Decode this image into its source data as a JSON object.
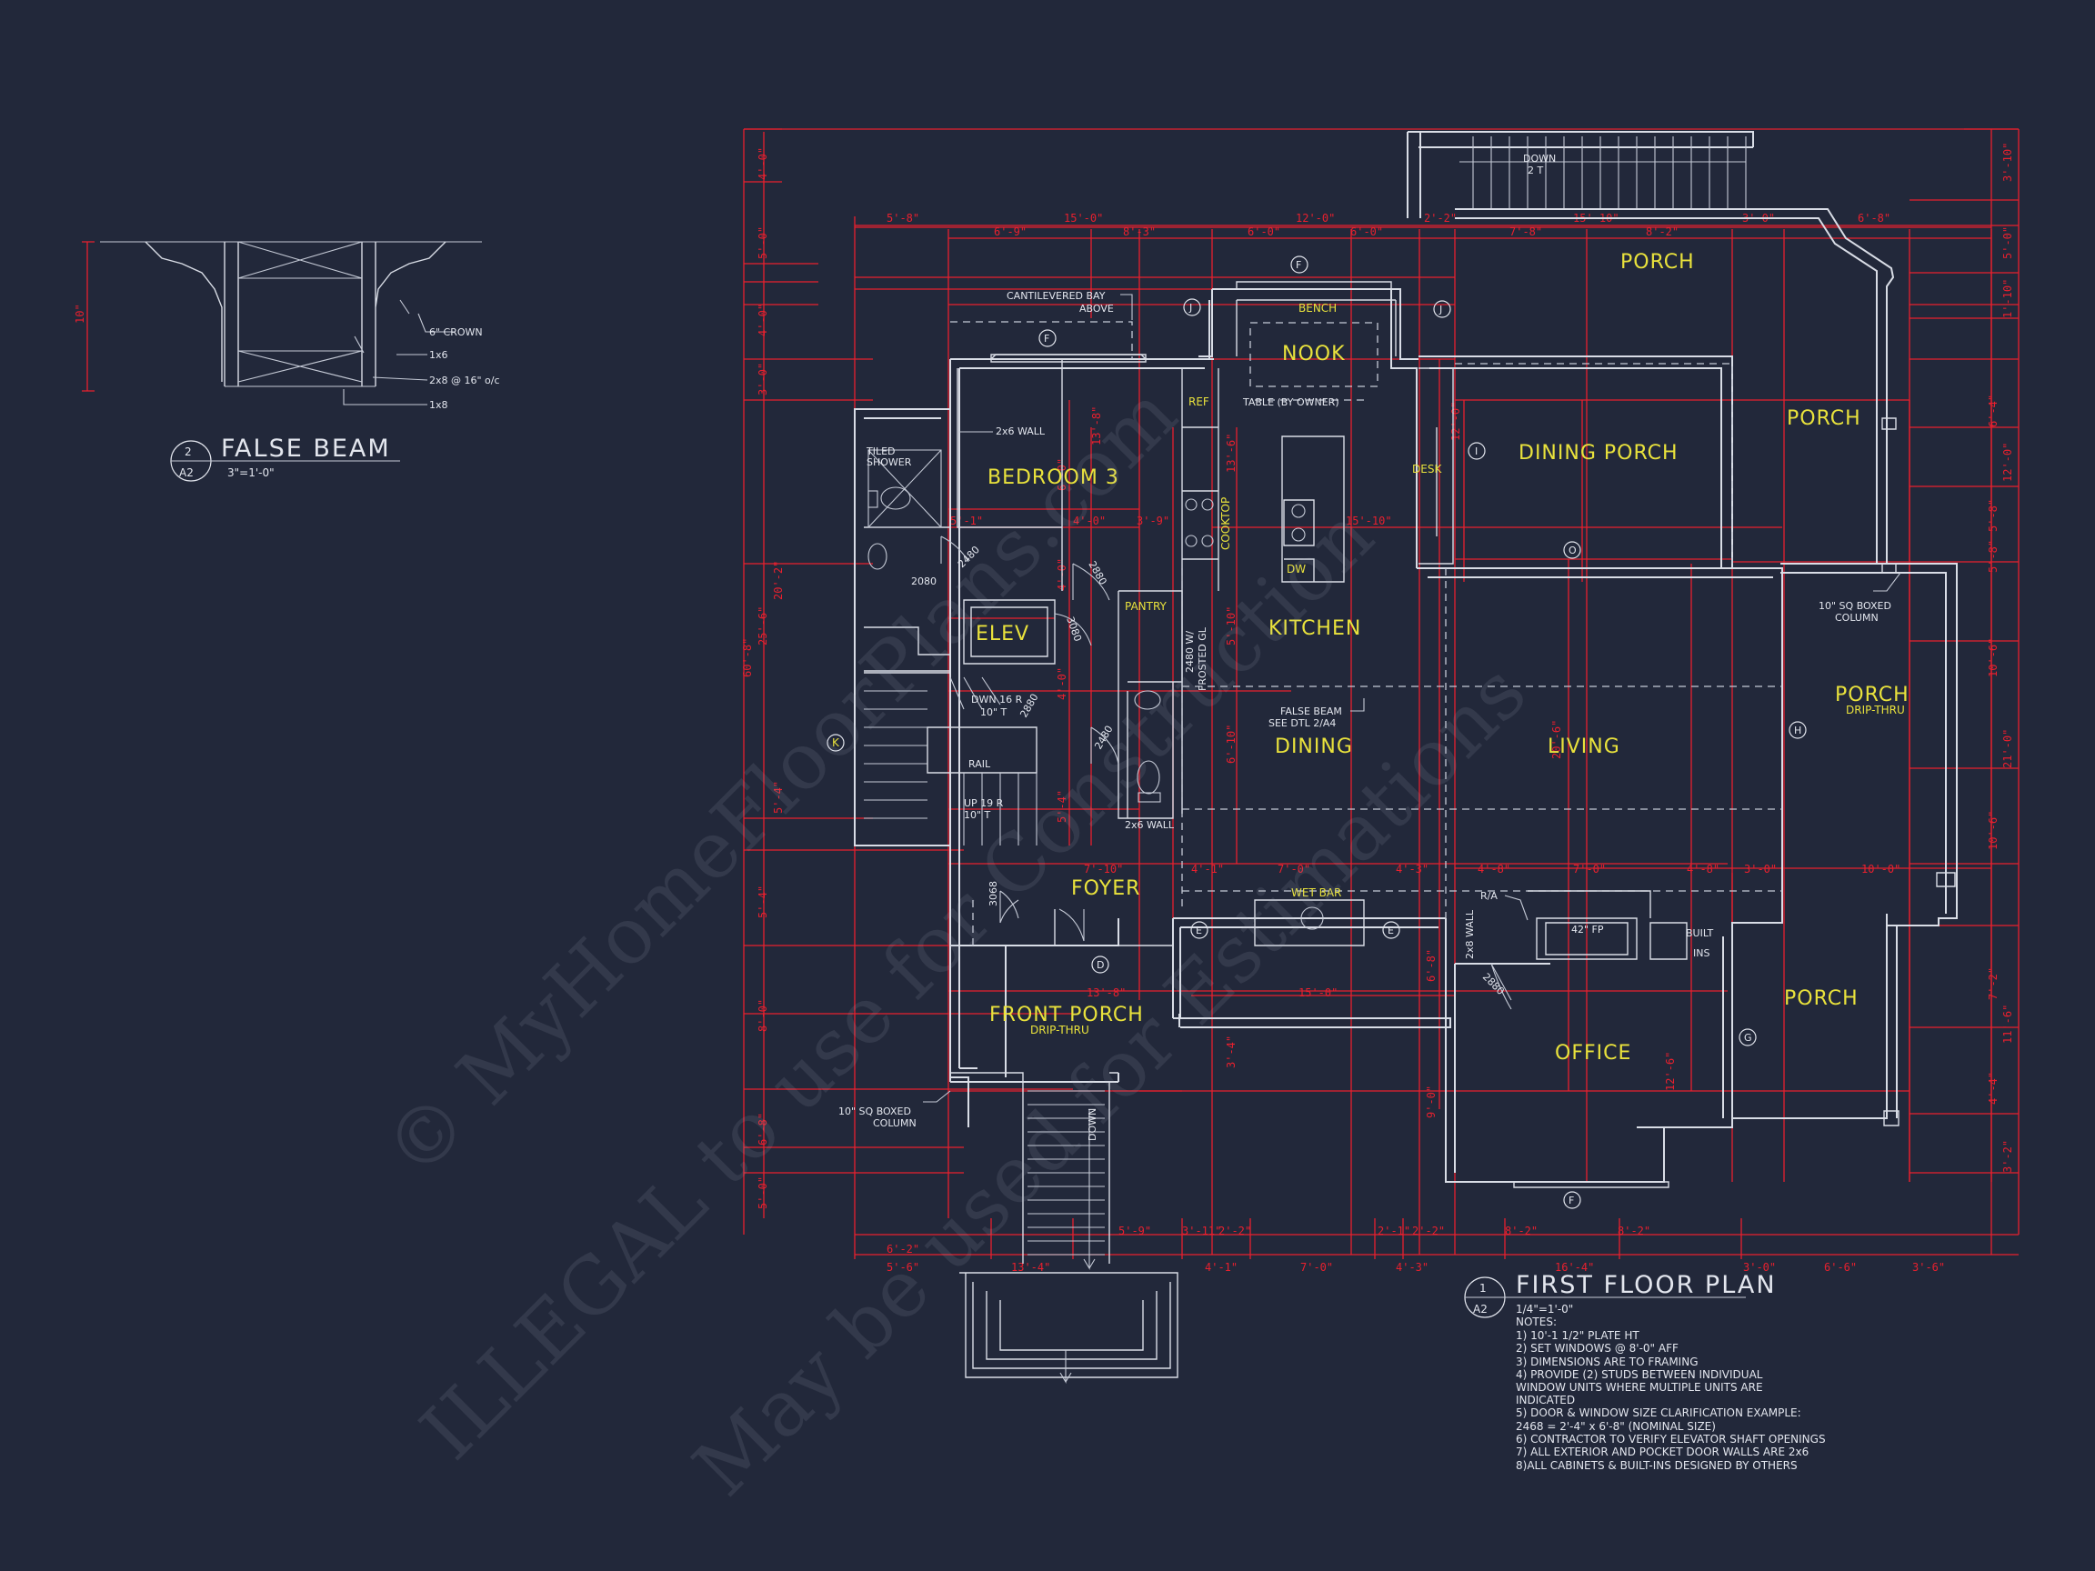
{
  "detail": {
    "number": "2",
    "sheet": "A2",
    "title": "FALSE BEAM",
    "scale": "3\"=1'-0\"",
    "height_dim": "10\"",
    "labels": [
      "6\" CROWN",
      "1x6",
      "2x8 @ 16\" o/c",
      "1x8"
    ]
  },
  "plan": {
    "number": "1",
    "sheet": "A2",
    "title": "FIRST FLOOR PLAN",
    "scale": "1/4\"=1'-0\"",
    "notes_heading": "NOTES:",
    "notes": [
      "1) 10'-1 1/2\" PLATE HT",
      "2) SET WINDOWS @ 8'-0\" AFF",
      "3) DIMENSIONS ARE TO FRAMING",
      "4) PROVIDE (2) STUDS BETWEEN INDIVIDUAL",
      "    WINDOW UNITS WHERE MULTIPLE UNITS ARE",
      "INDICATED",
      "5) DOOR & WINDOW SIZE CLARIFICATION EXAMPLE:",
      "    2468 = 2'-4\" x 6'-8\" (NOMINAL SIZE)",
      "6) CONTRACTOR TO VERIFY ELEVATOR SHAFT OPENINGS",
      "7) ALL EXTERIOR AND POCKET DOOR WALLS ARE 2x6",
      "8)ALL CABINETS & BUILT-INS DESIGNED BY OTHERS"
    ]
  },
  "rooms": {
    "porch_top": "PORCH",
    "porch_right": "PORCH",
    "porch_dripthru": "PORCH",
    "drip_thru": "DRIP-THRU",
    "porch_bottom": "PORCH",
    "nook": "NOOK",
    "dining_porch": "DINING PORCH",
    "bedroom3": "BEDROOM 3",
    "kitchen": "KITCHEN",
    "elev": "ELEV",
    "dining": "DINING",
    "living": "LIVING",
    "foyer": "FOYER",
    "front_porch": "FRONT PORCH",
    "front_drip": "DRIP-THRU",
    "office": "OFFICE"
  },
  "small_labels": {
    "bench": "BENCH",
    "ref": "REF",
    "cooktop": "COOKTOP",
    "desk": "DESK",
    "dw": "DW",
    "pantry": "PANTRY",
    "wet_bar": "WET BAR"
  },
  "annotations": {
    "cantilever1": "CANTILEVERED BAY",
    "cantilever2": "ABOVE",
    "table": "TABLE (BY OWNER)",
    "wall2x6_top": "2x6 WALL",
    "wall2x6_bot": "2x6 WALL",
    "tiled1": "TILED",
    "tiled2": "SHOWER",
    "d2080": "2080",
    "d2480a": "2480",
    "d2880a": "2880",
    "d3080": "3080",
    "frosted1": "2480 W/",
    "frosted2": "FROSTED GL",
    "dwn1": "DWN 16 R",
    "dwn2": "10\" T",
    "rail": "RAIL",
    "up1": "UP 19 R",
    "up2": "10\" T",
    "d2880b": "2880",
    "d2480b": "2480",
    "false_beam1": "FALSE BEAM",
    "false_beam2": "SEE DTL 2/A4",
    "col_right1": "10\" SQ BOXED",
    "col_right2": "COLUMN",
    "col_left1": "10\" SQ BOXED",
    "col_left2": "COLUMN",
    "d3068": "3068",
    "ra": "R/A",
    "fp": "42\" FP",
    "built": "BUILT",
    "ins": "INS",
    "wall2x8": "2x8 WALL",
    "d2880c": "2880",
    "down_top": "DOWN",
    "down_top2": "2 T",
    "down_stair": "DOWN"
  },
  "tags": [
    "F",
    "J",
    "J",
    "F",
    "I",
    "O",
    "H",
    "K",
    "E",
    "E",
    "D",
    "G",
    "F"
  ],
  "dims_top1": [
    "5'-8\"",
    "15'-0\"",
    "12'-0\"",
    "2'-2\"",
    "15'-10\"",
    "3'-0\"",
    "6'-8\""
  ],
  "dims_top2": [
    "6'-9\"",
    "8'-3\"",
    "6'-0\"",
    "6'-0\"",
    "7'-8\"",
    "8'-2\""
  ],
  "dims_bottom1": [
    "6'-2\"",
    "5'-9\"",
    "3'-11\"",
    "2'-2\"",
    "2'-1\"",
    "2'-2\"",
    "8'-2\"",
    "8'-2\""
  ],
  "dims_bottom2": [
    "5'-6\"",
    "13'-4\"",
    "4'-1\"",
    "7'-0\"",
    "4'-3\"",
    "16'-4\"",
    "3'-0\"",
    "6'-6\"",
    "3'-6\""
  ],
  "dims_left": [
    "4'-0\"",
    "5'-0\"",
    "4'-0\"",
    "3'-0\"",
    "20'-2\"",
    "25'-6\"",
    "60'-8\"",
    "5'-4\"",
    "5'-4\"",
    "8'-0\"",
    "6'-8\"",
    "5'-0\""
  ],
  "dims_right": [
    "3'-10\"",
    "5'-0\"",
    "1'-10\"",
    "6'-4\"",
    "12'-0\"",
    "5'-8\"",
    "10'-6\"",
    "21'-0\"",
    "10'-6\"",
    "7'-2\"",
    "11'-6\"",
    "4'-4\"",
    "3'-2\""
  ],
  "dims_inner": [
    "13'-8\"",
    "5'-1\"",
    "4'-0\"",
    "3'-9\"",
    "13'-6\"",
    "15'-10\"",
    "12'-0\"",
    "5'-10\"",
    "6'-10\"",
    "20'-6\"",
    "7'-10\"",
    "4'-1\"",
    "7'-0\"",
    "4'-3\"",
    "4'-8\"",
    "7'-0\"",
    "4'-8\"",
    "3'-0\"",
    "10'-0\"",
    "13'-8\"",
    "15'-0\"",
    "12'-6\"",
    "9'-0\"",
    "6'-8\"",
    "3'-4\"",
    "4'-0\"",
    "5'-4\"",
    "4'-0\"",
    "6'-0\"",
    "5'-8\""
  ],
  "watermark": [
    "© MyHomeFloorPlans.com",
    "ILLEGAL to use for Construction",
    "May be used for Estimations"
  ]
}
